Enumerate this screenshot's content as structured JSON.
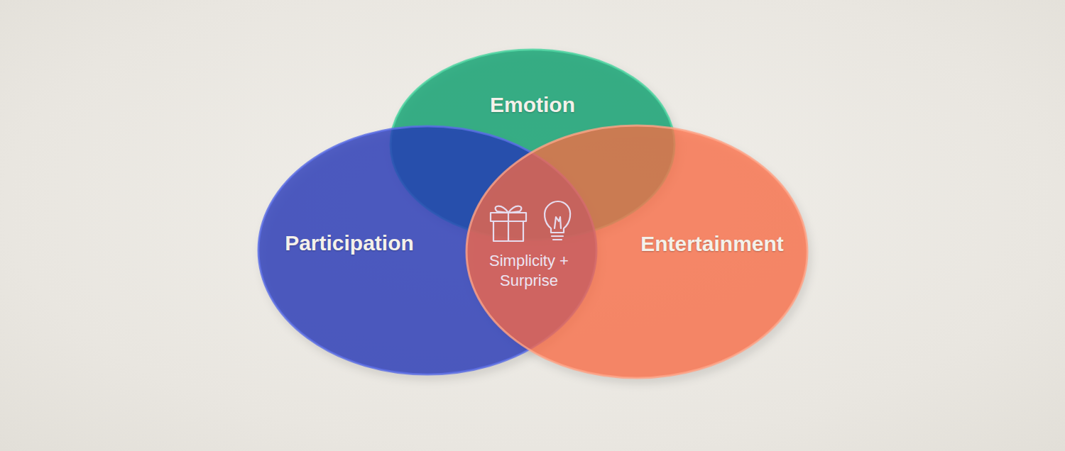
{
  "diagram": {
    "nodes": [
      {
        "text": [
          "Emotion"
        ]
      },
      {
        "text": [
          "Participation"
        ]
      },
      {
        "text": [
          "Entertainment"
        ]
      }
    ],
    "labels": [
      "Simplicity + Surprise"
    ]
  }
}
